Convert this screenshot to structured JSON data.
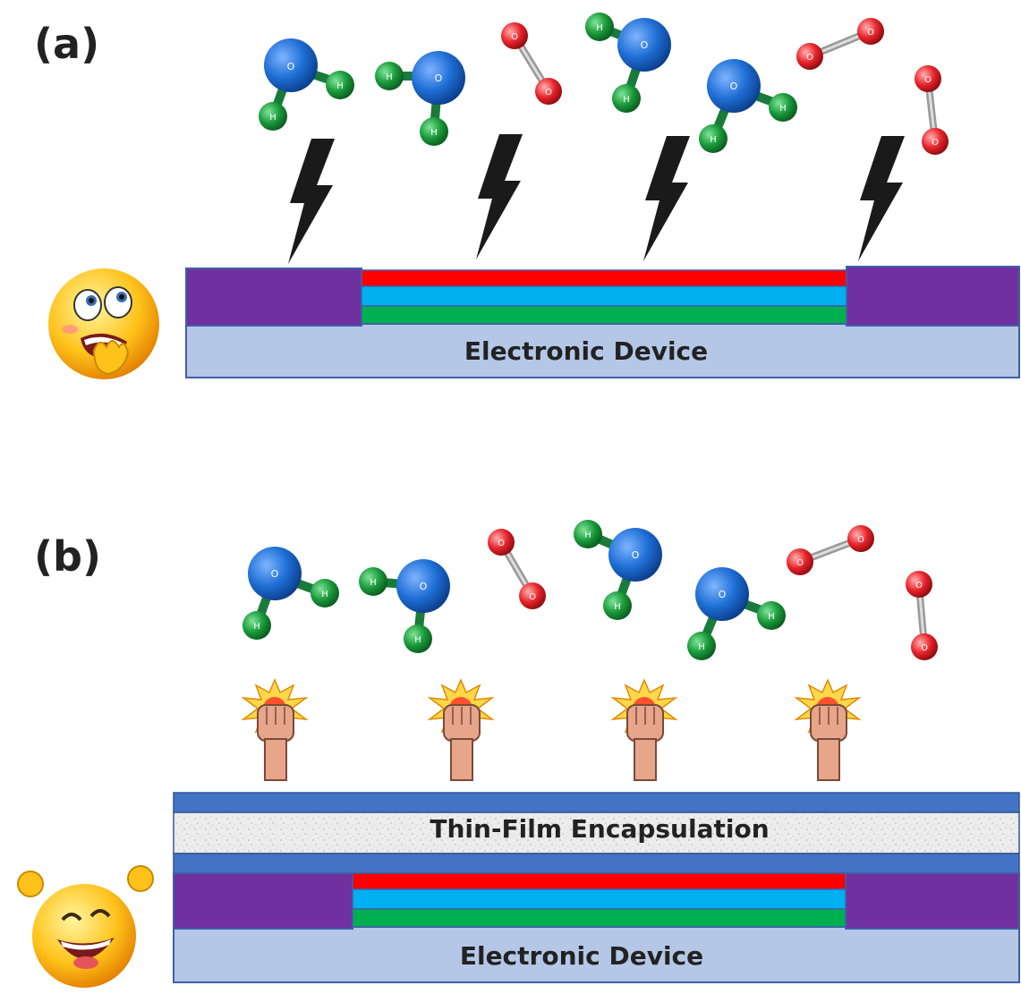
{
  "figure": {
    "panel_a": {
      "label": "(a)",
      "device_label": "Electronic Device"
    },
    "panel_b": {
      "label": "(b)",
      "encapsulation_label": "Thin-Film Encapsulation",
      "device_label": "Electronic Device"
    },
    "atom_labels": {
      "oxygen": "O",
      "hydrogen": "H"
    },
    "colors": {
      "water_oxygen": "#1f6fd6",
      "water_hydrogen": "#1a9a3a",
      "oxygen_atom": "#e8232a",
      "purple_block": "#7030a0",
      "red_layer": "#ff0000",
      "blue_layer": "#00b0f0",
      "green_layer": "#00b050",
      "substrate": "#b4c7e7",
      "encapsulation_border": "#4472c4"
    },
    "icons": [
      "lightning-icon",
      "fist-icon",
      "scared-emoji-icon",
      "happy-emoji-icon",
      "water-molecule-icon",
      "oxygen-molecule-icon"
    ]
  }
}
